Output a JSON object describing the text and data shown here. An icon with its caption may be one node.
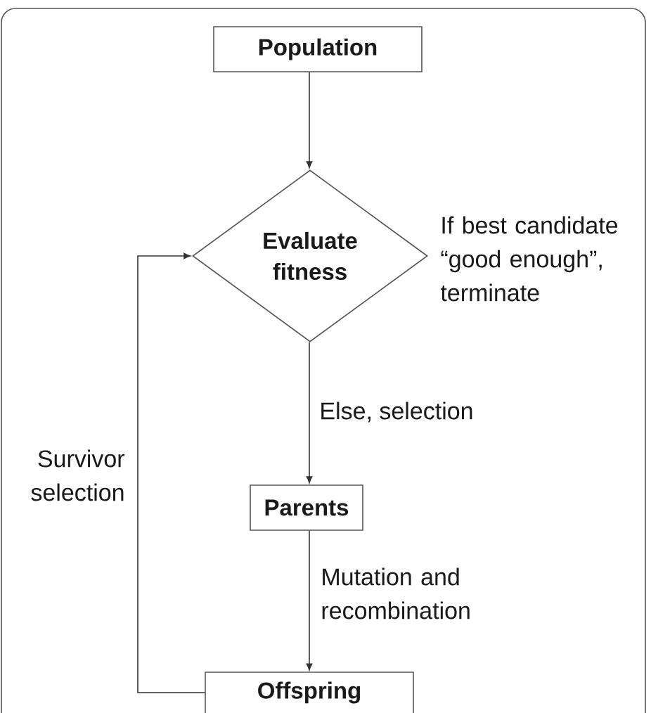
{
  "diagram": {
    "nodes": [
      {
        "text": [
          "Population"
        ]
      },
      {
        "text": [
          "Evaluate fitness"
        ],
        "beside": [
          "If best candidate “good enough”, terminate"
        ]
      },
      {
        "text": [
          "Parents"
        ]
      },
      {
        "text": [
          "Offspring"
        ]
      }
    ],
    "edges": [
      {
        "from": 0,
        "to": 1,
        "arrow": "to"
      },
      {
        "from": 1,
        "to": 2,
        "arrow": "to",
        "label": "Else, selection"
      },
      {
        "from": 2,
        "to": 3,
        "arrow": "to",
        "label": "Mutation and recombination"
      },
      {
        "from": 3,
        "to": 1,
        "arrow": "to",
        "label": "Survivor selection"
      }
    ]
  }
}
